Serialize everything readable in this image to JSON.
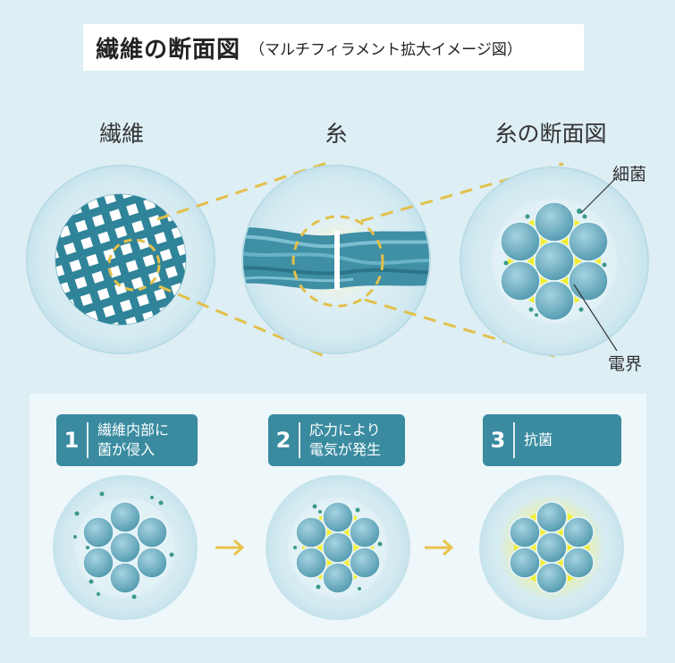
{
  "title": {
    "main": "繊維の断面図",
    "sub": "（マルチフィラメント拡大イメージ図）"
  },
  "columns": [
    {
      "label": "繊維"
    },
    {
      "label": "糸"
    },
    {
      "label": "糸の断面図"
    }
  ],
  "callouts": {
    "bacteria": "細菌",
    "electric_field": "電界"
  },
  "steps": [
    {
      "number": "1",
      "text": "繊維内部に\n菌が侵入"
    },
    {
      "number": "2",
      "text": "応力により\n電気が発生"
    },
    {
      "number": "3",
      "text": "抗菌"
    }
  ],
  "colors": {
    "background": "#ddeef4",
    "teal": "#3a8ba0",
    "fiber_blue": "#5fa8bf",
    "electric_yellow": "#eef03a",
    "dashed_gold": "#e2c04a",
    "arrow": "#e8c24a"
  }
}
